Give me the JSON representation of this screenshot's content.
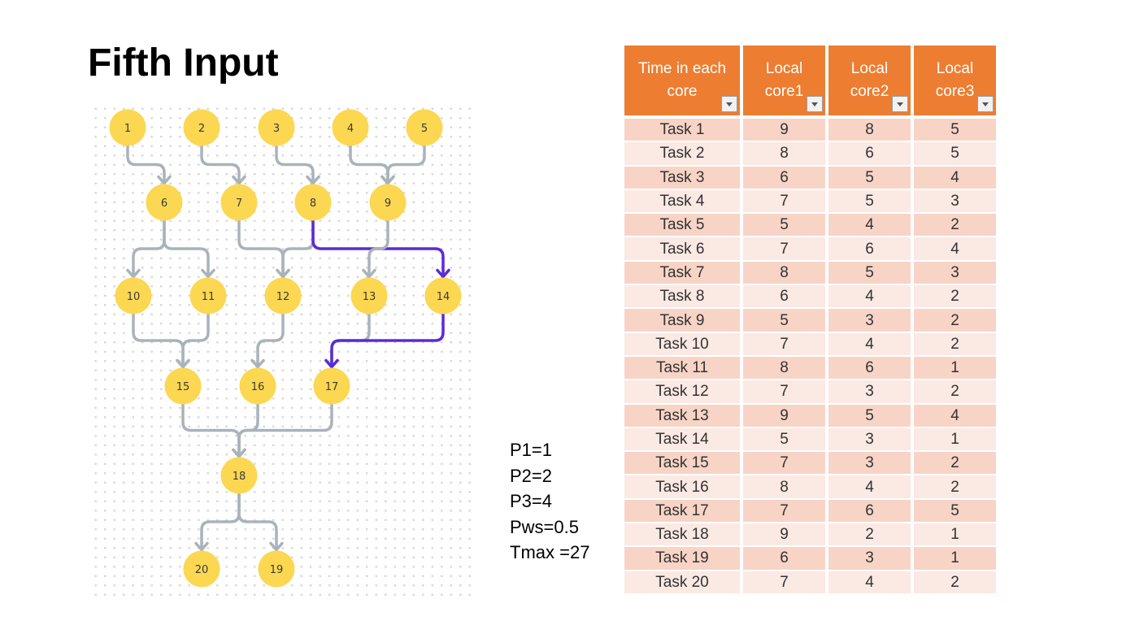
{
  "title": "Fifth Input",
  "diagram": {
    "nodes": [
      {
        "id": "1",
        "label": "1"
      },
      {
        "id": "2",
        "label": "2"
      },
      {
        "id": "3",
        "label": "3"
      },
      {
        "id": "4",
        "label": "4"
      },
      {
        "id": "5",
        "label": "5"
      },
      {
        "id": "6",
        "label": "6"
      },
      {
        "id": "7",
        "label": "7"
      },
      {
        "id": "8",
        "label": "8"
      },
      {
        "id": "9",
        "label": "9"
      },
      {
        "id": "10",
        "label": "10"
      },
      {
        "id": "11",
        "label": "11"
      },
      {
        "id": "12",
        "label": "12"
      },
      {
        "id": "13",
        "label": "13"
      },
      {
        "id": "14",
        "label": "14"
      },
      {
        "id": "15",
        "label": "15"
      },
      {
        "id": "16",
        "label": "16"
      },
      {
        "id": "17",
        "label": "17"
      },
      {
        "id": "18",
        "label": "18"
      },
      {
        "id": "20",
        "label": "20"
      },
      {
        "id": "19",
        "label": "19"
      }
    ],
    "edges": [
      {
        "from": "1",
        "to": "6"
      },
      {
        "from": "2",
        "to": "7"
      },
      {
        "from": "3",
        "to": "8"
      },
      {
        "from": "4",
        "to": "9"
      },
      {
        "from": "5",
        "to": "9"
      },
      {
        "from": "6",
        "to": "10"
      },
      {
        "from": "6",
        "to": "11"
      },
      {
        "from": "7",
        "to": "12"
      },
      {
        "from": "8",
        "to": "12"
      },
      {
        "from": "8",
        "to": "14",
        "highlight": true
      },
      {
        "from": "9",
        "to": "13"
      },
      {
        "from": "10",
        "to": "15"
      },
      {
        "from": "11",
        "to": "15"
      },
      {
        "from": "12",
        "to": "16"
      },
      {
        "from": "13",
        "to": "17"
      },
      {
        "from": "14",
        "to": "17",
        "highlight": true
      },
      {
        "from": "15",
        "to": "18"
      },
      {
        "from": "16",
        "to": "18"
      },
      {
        "from": "17",
        "to": "18"
      },
      {
        "from": "18",
        "to": "20"
      },
      {
        "from": "18",
        "to": "19"
      }
    ],
    "colors": {
      "node_fill": "#fcd752",
      "node_text": "#3a3a3a",
      "edge": "#a8b3bb",
      "highlight_edge": "#5b2bd6",
      "grid_dot": "#d4d4d4"
    }
  },
  "params": [
    "P1=1",
    "P2=2",
    "P3=4",
    "Pws=0.5",
    "Tmax =27"
  ],
  "table": {
    "headers": [
      "Time in each core",
      "Local core1",
      "Local core2",
      "Local core3"
    ],
    "header_color": "#ed7d31",
    "rows": [
      [
        "Task 1",
        "9",
        "8",
        "5"
      ],
      [
        "Task 2",
        "8",
        "6",
        "5"
      ],
      [
        "Task 3",
        "6",
        "5",
        "4"
      ],
      [
        "Task 4",
        "7",
        "5",
        "3"
      ],
      [
        "Task 5",
        "5",
        "4",
        "2"
      ],
      [
        "Task 6",
        "7",
        "6",
        "4"
      ],
      [
        "Task 7",
        "8",
        "5",
        "3"
      ],
      [
        "Task 8",
        "6",
        "4",
        "2"
      ],
      [
        "Task 9",
        "5",
        "3",
        "2"
      ],
      [
        "Task 10",
        "7",
        "4",
        "2"
      ],
      [
        "Task 11",
        "8",
        "6",
        "1"
      ],
      [
        "Task 12",
        "7",
        "3",
        "2"
      ],
      [
        "Task 13",
        "9",
        "5",
        "4"
      ],
      [
        "Task 14",
        "5",
        "3",
        "1"
      ],
      [
        "Task 15",
        "7",
        "3",
        "2"
      ],
      [
        "Task 16",
        "8",
        "4",
        "2"
      ],
      [
        "Task 17",
        "7",
        "6",
        "5"
      ],
      [
        "Task 18",
        "9",
        "2",
        "1"
      ],
      [
        "Task 19",
        "6",
        "3",
        "1"
      ],
      [
        "Task 20",
        "7",
        "4",
        "2"
      ]
    ]
  }
}
